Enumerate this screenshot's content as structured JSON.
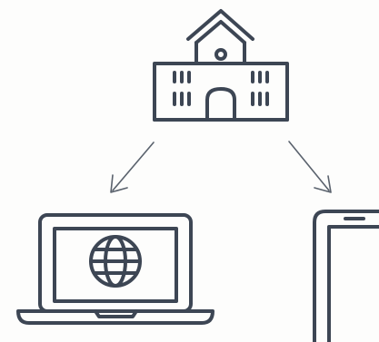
{
  "colors": {
    "icon": "#3d4654",
    "arrow": "#5a626d",
    "background": "#fdfdfc"
  },
  "nodes": [
    {
      "id": "school",
      "icon": "school-building-icon"
    },
    {
      "id": "laptop",
      "icon": "laptop-globe-icon"
    },
    {
      "id": "phone",
      "icon": "smartphone-icon"
    }
  ],
  "edges": [
    {
      "from": "school",
      "to": "laptop"
    },
    {
      "from": "school",
      "to": "phone"
    }
  ]
}
